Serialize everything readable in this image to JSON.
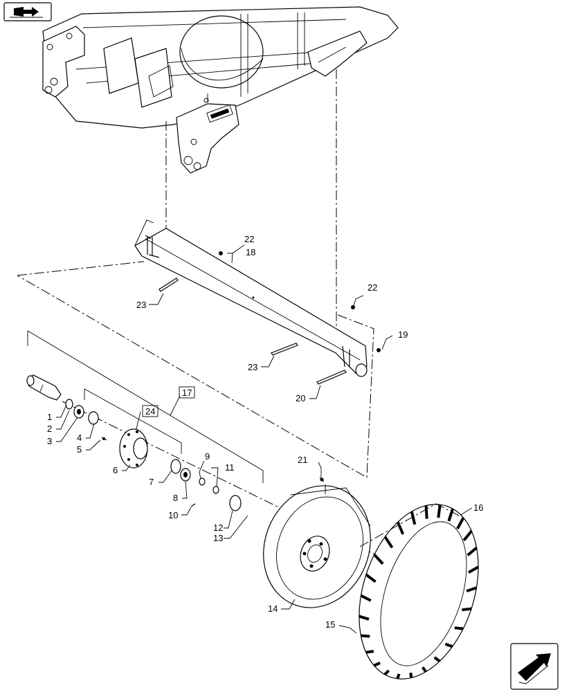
{
  "callouts": {
    "c1": "1",
    "c2": "2",
    "c3": "3",
    "c4": "4",
    "c5": "5",
    "c6": "6",
    "c7": "7",
    "c8": "8",
    "c9": "9",
    "c10": "10",
    "c11": "11",
    "c12": "12",
    "c13": "13",
    "c14": "14",
    "c15": "15",
    "c16": "16",
    "c17": "17",
    "c18": "18",
    "c19": "19",
    "c20": "20",
    "c21": "21",
    "c22a": "22",
    "c22b": "22",
    "c23a": "23",
    "c23b": "23",
    "c24": "24"
  },
  "icons": {
    "top_left": "book-arrow-icon",
    "bottom_right": "next-page-arrow-icon"
  }
}
